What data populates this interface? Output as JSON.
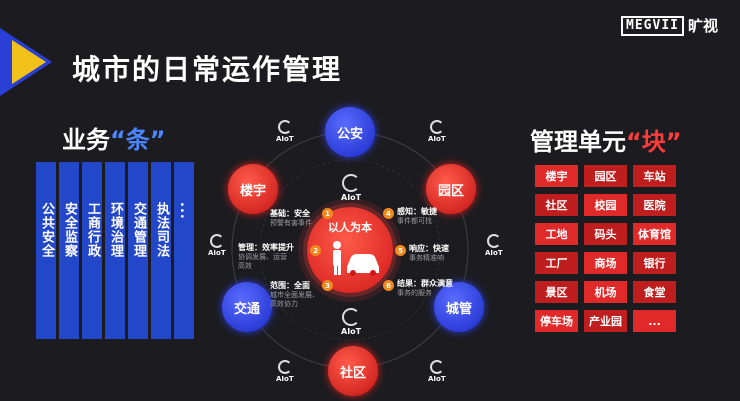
{
  "title": "城市的日常运作管理",
  "brand": {
    "logo_text": "MEGVII",
    "cn": "旷视"
  },
  "left": {
    "heading_prefix": "业务",
    "heading_accent": "“条”",
    "columns": [
      "公共安全",
      "安全监察",
      "工商行政",
      "环境治理",
      "交通管理",
      "执法司法",
      "..."
    ]
  },
  "right": {
    "heading_prefix": "管理单元",
    "heading_accent": "“块”",
    "cells": [
      "楼宇",
      "园区",
      "车站",
      "社区",
      "校园",
      "医院",
      "工地",
      "码头",
      "体育馆",
      "工厂",
      "商场",
      "银行",
      "景区",
      "机场",
      "食堂",
      "停车场",
      "产业园",
      "..."
    ]
  },
  "diagram": {
    "center": "以人为本",
    "nodes": {
      "top": "公安",
      "top_left": "楼宇",
      "top_right": "园区",
      "bottom_left": "交通",
      "bottom_right": "城管",
      "bottom": "社区"
    },
    "aiot_label": "AIoT",
    "features": [
      {
        "num": "1",
        "head": "基础：安全",
        "sub": "预警有害事件"
      },
      {
        "num": "2",
        "head": "管理：效率提升",
        "sub": "协调发展、运营\n高效"
      },
      {
        "num": "3",
        "head": "范围：全面",
        "sub": "城市全面发展、\n高效协力"
      },
      {
        "num": "4",
        "head": "感知：敏捷",
        "sub": "事件都可找"
      },
      {
        "num": "5",
        "head": "响应：快速",
        "sub": "事务精准响"
      },
      {
        "num": "6",
        "head": "结果：群众满意",
        "sub": "事务的服务"
      }
    ]
  },
  "colors": {
    "bg": "#1c1c20",
    "blue": "#2247c9",
    "red": "#e02a2a",
    "yellow": "#f3c21a",
    "accent_blue": "#4a86ff",
    "accent_red": "#ff3b3b"
  }
}
